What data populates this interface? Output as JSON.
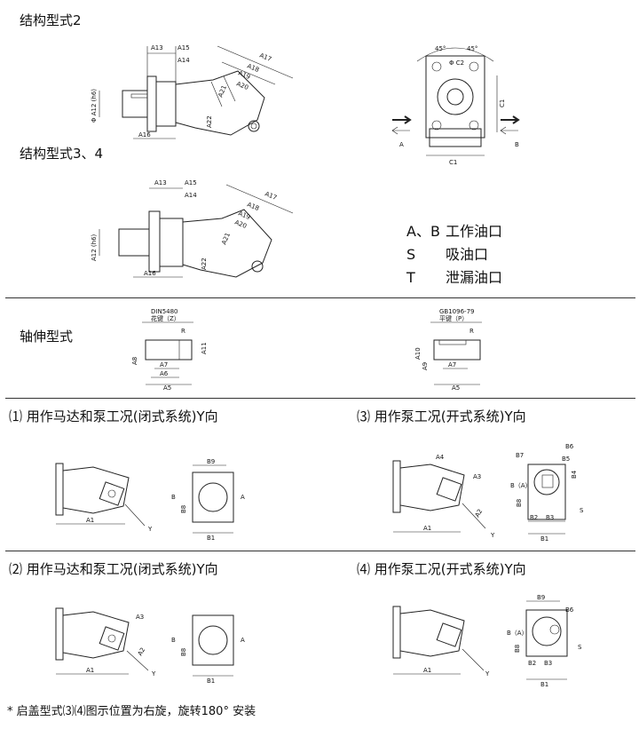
{
  "headings": {
    "type2": "结构型式2",
    "type34": "结构型式3、4",
    "shaft": "轴伸型式",
    "mode1": "⑴ 用作马达和泵工况(闭式系统)Y向",
    "mode2": "⑵ 用作马达和泵工况(闭式系统)Y向",
    "mode3": "⑶ 用作泵工况(开式系统)Y向",
    "mode4": "⑷ 用作泵工况(开式系统)Y向"
  },
  "legend": {
    "ab_key": "A、B",
    "ab_val": "工作油口",
    "s_key": "S",
    "s_val": "吸油口",
    "t_key": "T",
    "t_val": "泄漏油口"
  },
  "footnote": "* 启盖型式⑶⑷图示位置为右旋，旋转180° 安装",
  "dims": {
    "a1": "A1",
    "a2": "A2",
    "a3": "A3",
    "a4": "A4",
    "a5": "A5",
    "a6": "A6",
    "a7": "A7",
    "a8": "A8",
    "a9": "A9",
    "a10": "A10",
    "a11": "A11",
    "a12": "A12 (h6)",
    "a12phi": "Φ A12 (h6)",
    "a13": "A13",
    "a14": "A14",
    "a15": "A15",
    "a16": "A16",
    "a17": "A17",
    "a18": "A18",
    "a19": "A19",
    "a20": "A20",
    "a21": "A21",
    "a22": "A22",
    "b1": "B1",
    "b2": "B2",
    "b3": "B3",
    "b4": "B4",
    "b5": "B5",
    "b6": "B6",
    "b7": "B7",
    "b8": "B8",
    "b9": "B9",
    "c1": "C1",
    "c2": "Φ C2",
    "deg45": "45°",
    "port_a": "A",
    "port_b": "B",
    "port_ba": "B（A）",
    "port_s": "S",
    "y": "Y",
    "r": "R",
    "din": "DIN5480",
    "spline": "花键（Z）",
    "gb": "GB1096-79",
    "key": "平键（P）"
  }
}
